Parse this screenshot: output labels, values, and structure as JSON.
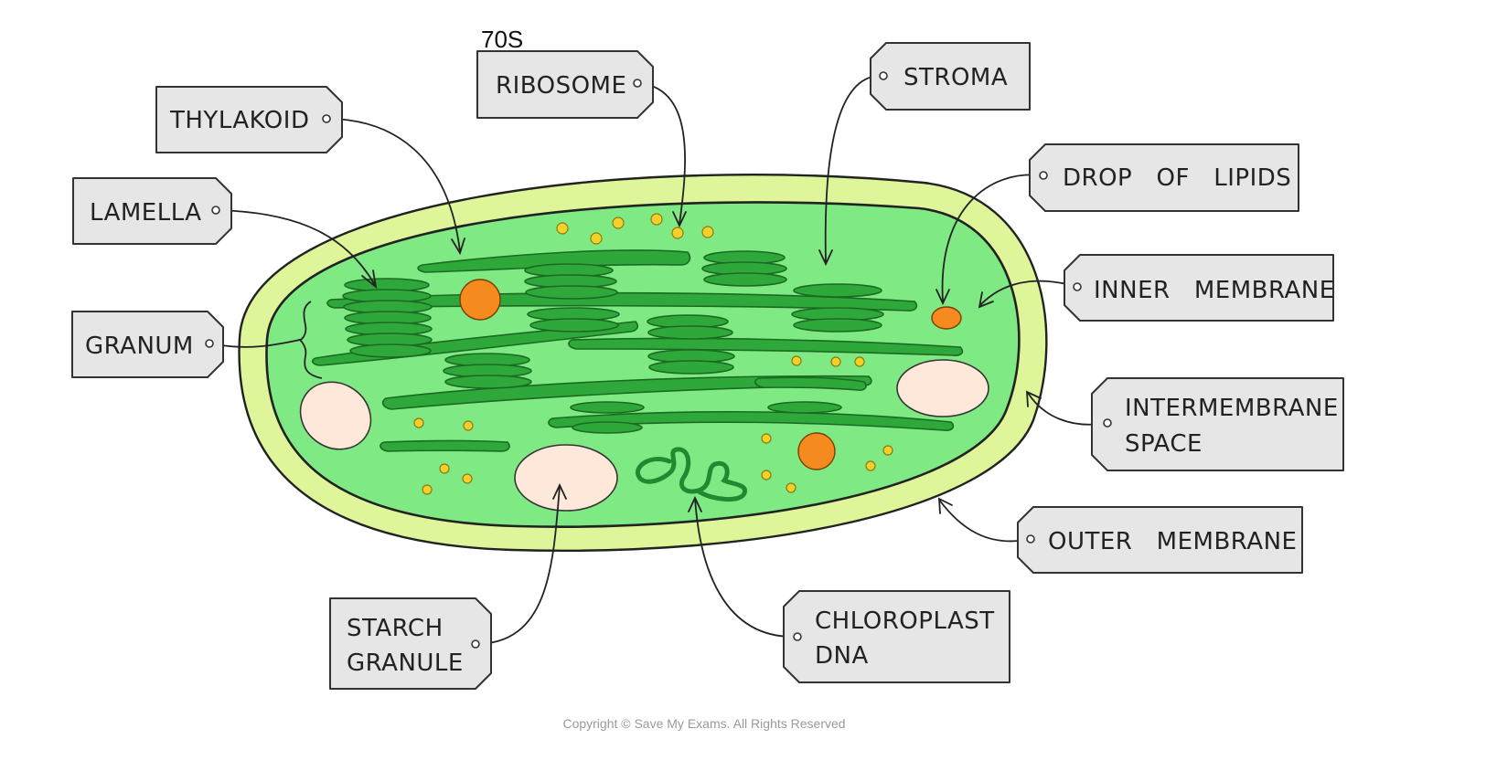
{
  "annotation": {
    "note": "70S"
  },
  "labels": {
    "ribosome": "RIBOSOME",
    "thylakoid": "THYLAKOID",
    "lamella": "LAMELLA",
    "granum": "GRANUM",
    "stroma": "STROMA",
    "drop_of_lipids": "DROP   OF   LIPIDS",
    "inner_membrane": "INNER   MEMBRANE",
    "intermembrane_line1": "INTERMEMBRANE",
    "intermembrane_line2": "SPACE",
    "outer_membrane": "OUTER   MEMBRANE",
    "starch_line1": "STARCH",
    "starch_line2": "GRANULE",
    "dna_line1": "CHLOROPLAST",
    "dna_line2": "DNA"
  },
  "footer": {
    "copyright": "Copyright © Save My Exams. All Rights Reserved"
  },
  "colors": {
    "outer_membrane": "#dff59a",
    "stroma": "#7fea84",
    "thylakoid": "#2ea83a",
    "ribosome": "#f3d02a",
    "lipid": "#f58a1f",
    "starch": "#fde8da",
    "dna": "#1f8a30",
    "tag": "#e6e6e6"
  }
}
